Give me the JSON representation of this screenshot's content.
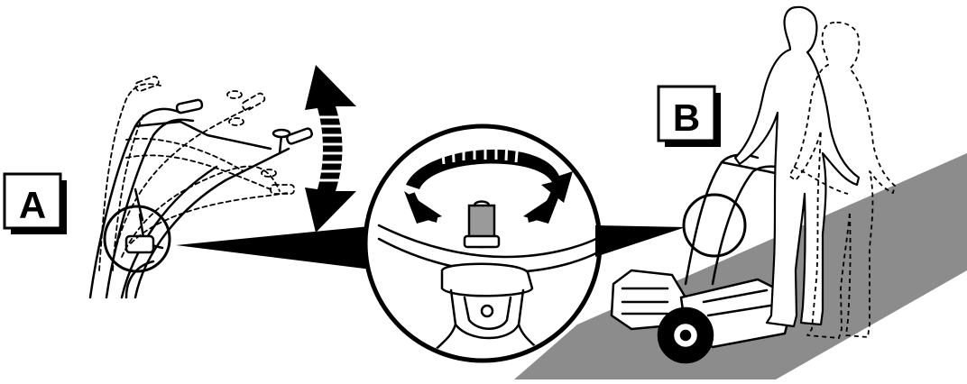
{
  "labels": {
    "panel_a": "A",
    "panel_b": "B"
  },
  "colors": {
    "ink": "#000000",
    "ground": "#8c8c8c",
    "highlight": "#9a9a9a",
    "background": "#ffffff"
  },
  "icons": {
    "height_arrow": "double-headed-curved-arrow",
    "rotation_arrows": "rotate-arrows-icon"
  }
}
